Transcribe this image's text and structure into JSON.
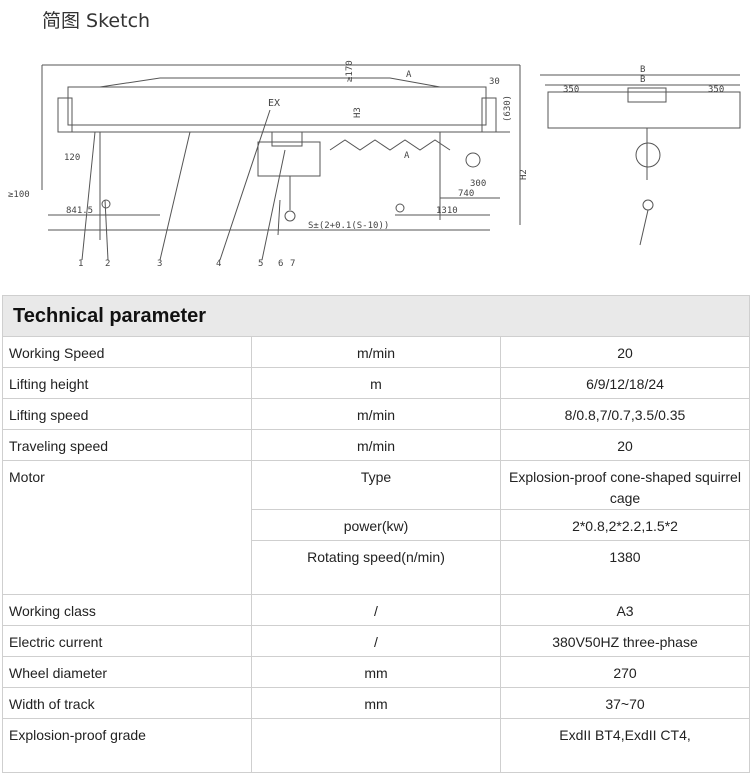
{
  "sketch": {
    "title": "简图 Sketch",
    "labels": {
      "h170": "≥170",
      "a_top": "A",
      "a_mid": "A",
      "d30": "30",
      "h3": "H3",
      "h630": "(630)",
      "h2": "H2",
      "d120": "120",
      "d100": "≥100",
      "d841": "841.5",
      "d740": "740",
      "d300": "300",
      "d1310": "1310",
      "span": "S±(2+0.1(S-10))",
      "ex": "EX",
      "parts": [
        "1",
        "2",
        "3",
        "4",
        "5",
        "6",
        "7"
      ],
      "side_b1": "B",
      "side_b": "B",
      "side_350a": "350",
      "side_350b": "350"
    }
  },
  "table": {
    "title": "Technical parameter",
    "rows": [
      {
        "name": "Working Speed",
        "unit": "m/min",
        "value": "20"
      },
      {
        "name": "Lifting height",
        "unit": "m",
        "value": "6/9/12/18/24"
      },
      {
        "name": "Lifting speed",
        "unit": "m/min",
        "value": "8/0.8,7/0.7,3.5/0.35"
      },
      {
        "name": "Traveling speed",
        "unit": "m/min",
        "value": "20"
      }
    ],
    "motor": {
      "name": "Motor",
      "sub": [
        {
          "unit": "Type",
          "value": "Explosion-proof cone-shaped squirrel cage"
        },
        {
          "unit": "power(kw)",
          "value": "2*0.8,2*2.2,1.5*2"
        },
        {
          "unit": "Rotating speed(n/min)",
          "value": "1380"
        }
      ]
    },
    "rows2": [
      {
        "name": "Working class",
        "unit": "/",
        "value": "A3"
      },
      {
        "name": "Electric current",
        "unit": "/",
        "value": "380V50HZ three-phase"
      },
      {
        "name": "Wheel diameter",
        "unit": "mm",
        "value": "270"
      },
      {
        "name": "Width of track",
        "unit": "mm",
        "value": "37~70"
      },
      {
        "name": "Explosion-proof grade",
        "unit": "",
        "value": "ExdII BT4,ExdII CT4,"
      }
    ]
  }
}
